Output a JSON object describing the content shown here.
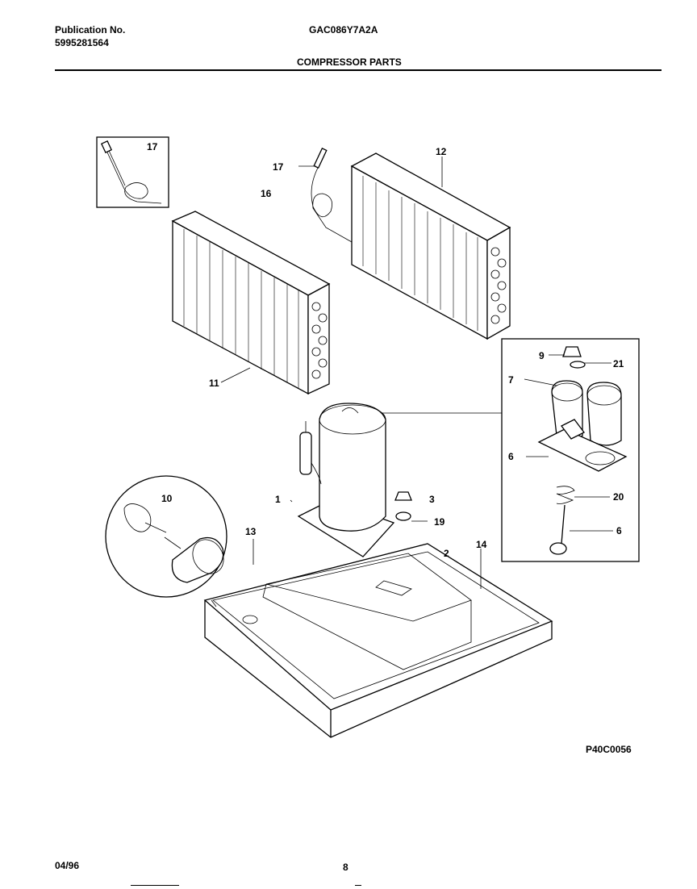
{
  "header": {
    "publication_label": "Publication No.",
    "publication_number": "5995281564",
    "model": "GAC086Y7A2A",
    "section_title": "COMPRESSOR PARTS"
  },
  "callouts": {
    "c1": "1",
    "c2": "2",
    "c3": "3",
    "c6a": "6",
    "c6b": "6",
    "c7": "7",
    "c9": "9",
    "c10": "10",
    "c11": "11",
    "c12": "12",
    "c13": "13",
    "c14": "14",
    "c16": "16",
    "c17a": "17",
    "c17b": "17",
    "c19": "19",
    "c20": "20",
    "c21": "21"
  },
  "figure_code": "P40C0056",
  "footer": {
    "date": "04/96",
    "page_number": "8"
  }
}
